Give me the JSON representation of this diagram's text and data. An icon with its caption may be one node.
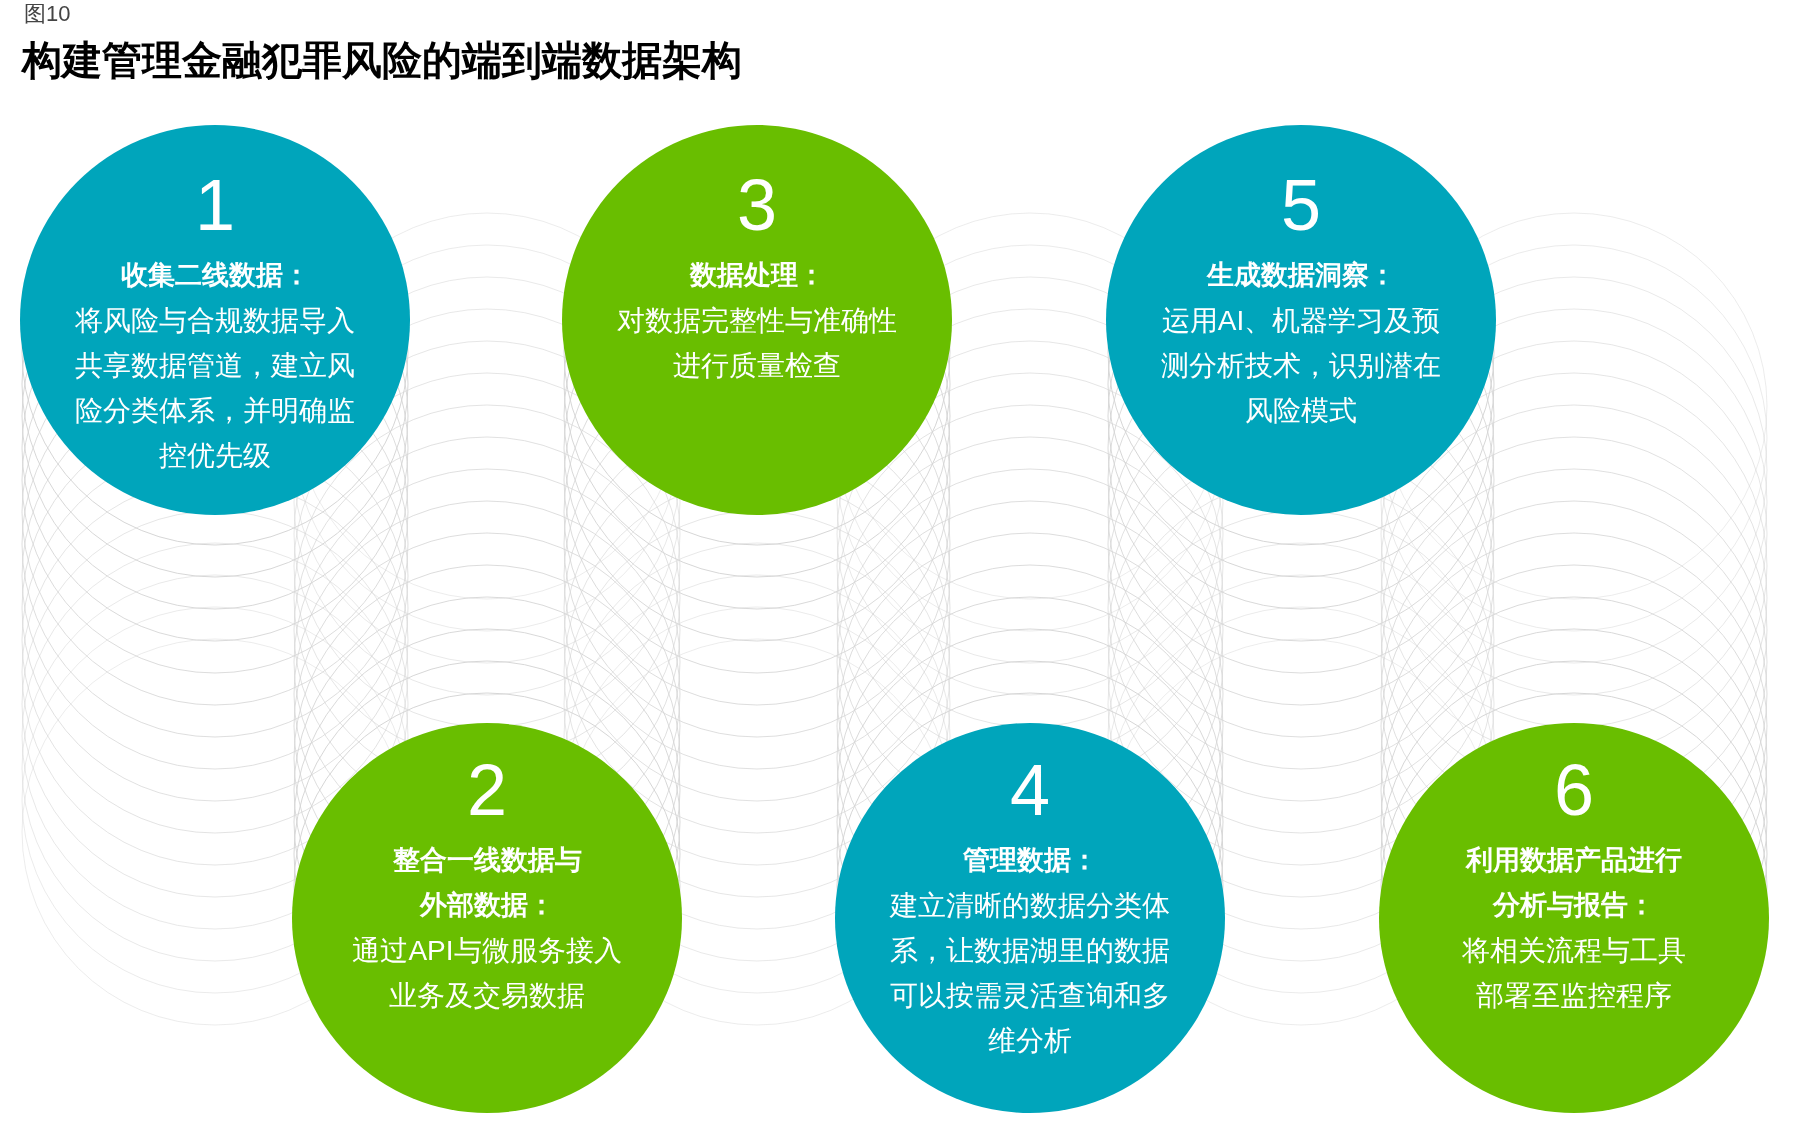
{
  "diagram": {
    "title": "构建管理金融犯罪风险的端到端数据架构",
    "nodes": [
      {
        "text": [
          "1",
          "收集二线数据：",
          "将风险与合规数据导入共享数据管道，建立风险分类体系，并明确监控优先级"
        ]
      },
      {
        "text": [
          "2",
          "整合一线数据与外部数据：",
          "通过API与微服务接入业务及交易数据"
        ]
      },
      {
        "text": [
          "3",
          "数据处理：",
          "对数据完整性与准确性进行质量检查"
        ]
      },
      {
        "text": [
          "4",
          "管理数据：",
          "建立清晰的数据分类体系，让数据湖里的数据可以按需灵活查询和多维分析"
        ]
      },
      {
        "text": [
          "5",
          "生成数据洞察：",
          "运用AI、机器学习及预测分析技术，识别潜在风险模式"
        ]
      },
      {
        "text": [
          "6",
          "利用数据产品进行分析与报告：",
          "将相关流程与工具部署至监控程序"
        ]
      }
    ],
    "labels": [
      "图10"
    ]
  }
}
